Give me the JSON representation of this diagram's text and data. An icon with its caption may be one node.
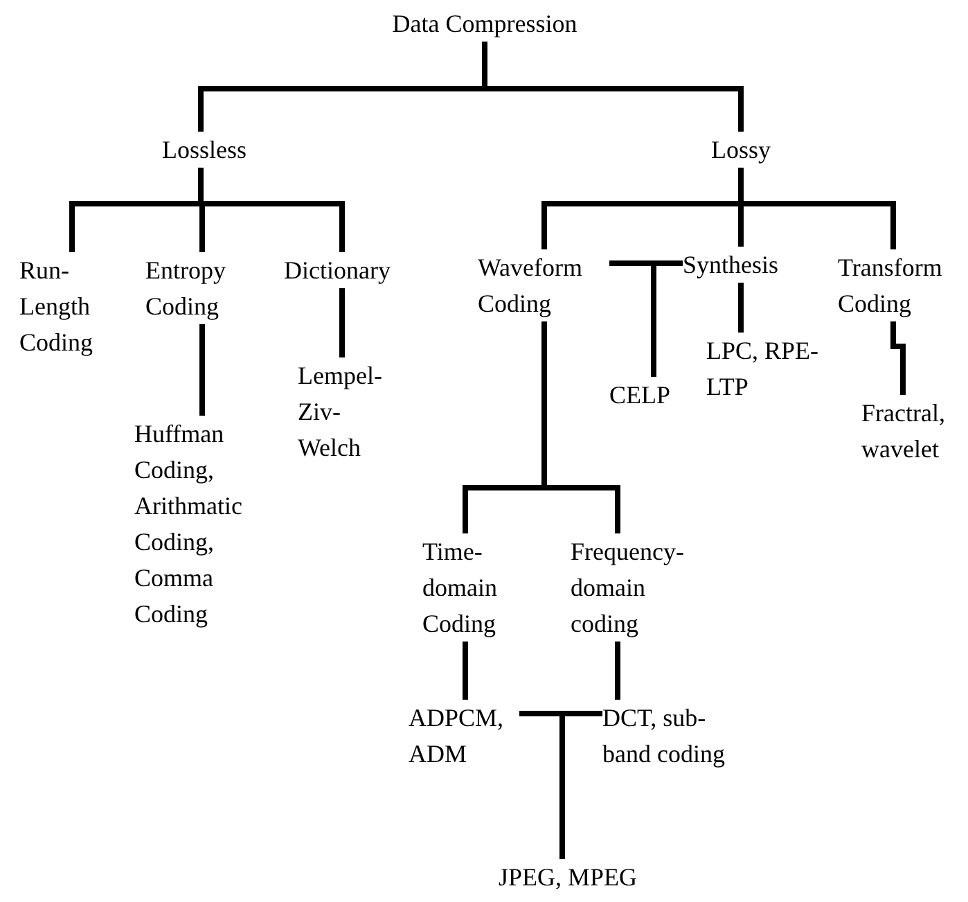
{
  "diagram": {
    "nodes": [
      {
        "text": [
          "Data Compression"
        ]
      },
      {
        "text": [
          "Lossless"
        ]
      },
      {
        "text": [
          "Lossy"
        ]
      },
      {
        "text": [
          "Run-Length Coding"
        ]
      },
      {
        "text": [
          "Entropy Coding"
        ]
      },
      {
        "text": [
          "Dictionary"
        ]
      },
      {
        "text": [
          "Huffman Coding, Arithmatic Coding, Comma Coding"
        ]
      },
      {
        "text": [
          "Lempel-Ziv-Welch"
        ]
      },
      {
        "text": [
          "Waveform Coding"
        ]
      },
      {
        "text": [
          "Synthesis"
        ]
      },
      {
        "text": [
          "Transform Coding"
        ]
      },
      {
        "text": [
          "CELP"
        ]
      },
      {
        "text": [
          "LPC, RPE-LTP"
        ]
      },
      {
        "text": [
          "Fractral, wavelet"
        ]
      },
      {
        "text": [
          "Time-domain Coding"
        ]
      },
      {
        "text": [
          "Frequency-domain coding"
        ]
      },
      {
        "text": [
          "ADPCM, ADM"
        ]
      },
      {
        "text": [
          "DCT, sub-band coding"
        ]
      },
      {
        "text": [
          "JPEG, MPEG"
        ]
      }
    ],
    "edges": [
      {
        "from": 0,
        "to": 1,
        "arrow": "none"
      },
      {
        "from": 0,
        "to": 2,
        "arrow": "none"
      },
      {
        "from": 1,
        "to": 3,
        "arrow": "none"
      },
      {
        "from": 1,
        "to": 4,
        "arrow": "none"
      },
      {
        "from": 1,
        "to": 5,
        "arrow": "none"
      },
      {
        "from": 4,
        "to": 6,
        "arrow": "none"
      },
      {
        "from": 5,
        "to": 7,
        "arrow": "none"
      },
      {
        "from": 2,
        "to": 8,
        "arrow": "none"
      },
      {
        "from": 2,
        "to": 9,
        "arrow": "none"
      },
      {
        "from": 2,
        "to": 10,
        "arrow": "none"
      },
      {
        "from": 8,
        "to": 11,
        "arrow": "none"
      },
      {
        "from": 9,
        "to": 11,
        "arrow": "none"
      },
      {
        "from": 9,
        "to": 12,
        "arrow": "none"
      },
      {
        "from": 10,
        "to": 13,
        "arrow": "none"
      },
      {
        "from": 8,
        "to": 14,
        "arrow": "none"
      },
      {
        "from": 8,
        "to": 15,
        "arrow": "none"
      },
      {
        "from": 14,
        "to": 16,
        "arrow": "none"
      },
      {
        "from": 15,
        "to": 17,
        "arrow": "none"
      },
      {
        "from": 16,
        "to": 18,
        "arrow": "none"
      },
      {
        "from": 17,
        "to": 18,
        "arrow": "none"
      }
    ]
  }
}
